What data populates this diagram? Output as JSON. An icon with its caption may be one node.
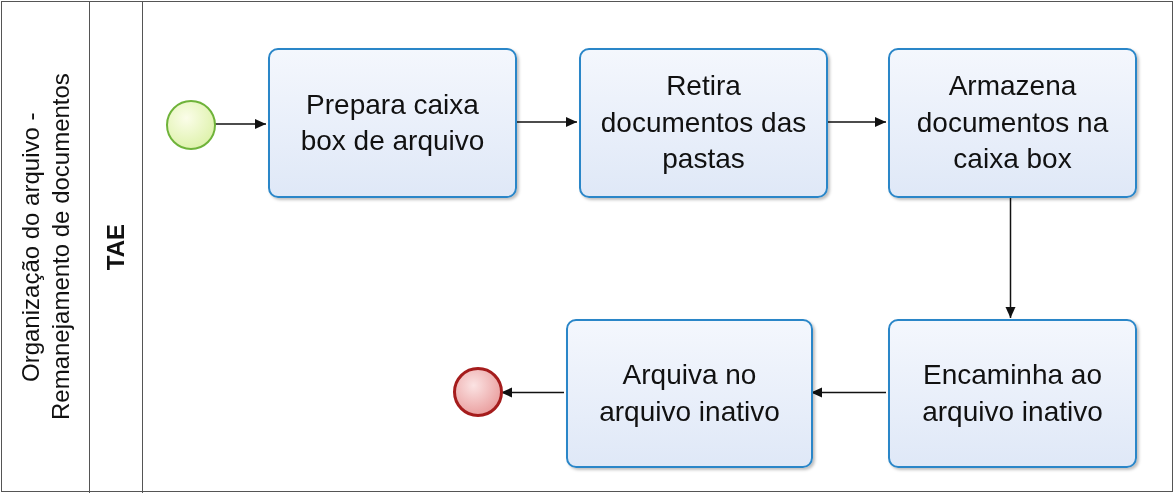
{
  "diagram": {
    "nodes": [
      {
        "text": [
          "Organização do arquivo - Remanejamento de documentos"
        ]
      },
      {
        "text": [
          "TAE"
        ],
        "in": 0
      },
      {
        "text": [],
        "shape": "circle",
        "in": 1
      },
      {
        "text": [
          "Prepara caixa box de arquivo"
        ],
        "in": 1
      },
      {
        "text": [
          "Retira documentos das pastas"
        ],
        "in": 1
      },
      {
        "text": [
          "Armazena documentos na caixa box"
        ],
        "in": 1
      },
      {
        "text": [
          "Encaminha ao arquivo inativo"
        ],
        "in": 1
      },
      {
        "text": [
          "Arquiva no arquivo inativo"
        ],
        "in": 1
      },
      {
        "text": [],
        "shape": "circle",
        "in": 1
      }
    ],
    "edges": [
      {
        "from": 2,
        "to": 3,
        "arrow": "to"
      },
      {
        "from": 3,
        "to": 4,
        "arrow": "to"
      },
      {
        "from": 4,
        "to": 5,
        "arrow": "to"
      },
      {
        "from": 5,
        "to": 6,
        "arrow": "to"
      },
      {
        "from": 6,
        "to": 7,
        "arrow": "to"
      },
      {
        "from": 7,
        "to": 8,
        "arrow": "to"
      }
    ]
  }
}
